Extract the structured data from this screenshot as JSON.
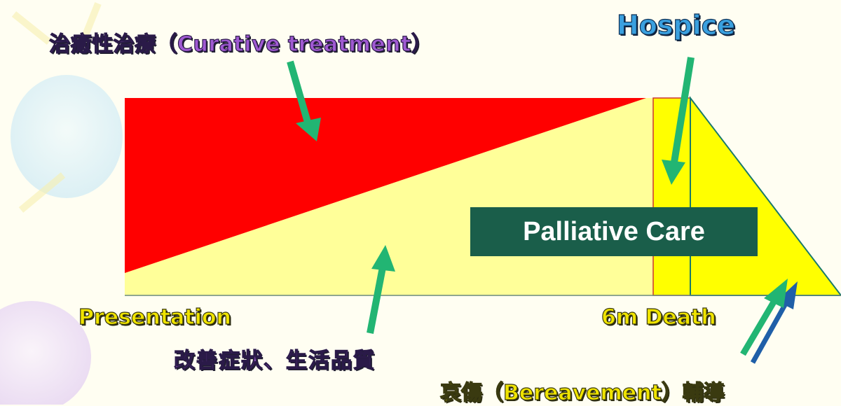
{
  "labels": {
    "curative": "治癒性治療（Curative treatment）",
    "hospice": "Hospice",
    "palliative": "Palliative Care",
    "presentation": "Presentation",
    "six_m_death": "6m  Death",
    "improve_symptoms": "改善症狀、生活品質",
    "bereavement": "哀傷（Bereavement）輔導"
  },
  "colors": {
    "curative_red": "#ff0000",
    "palliative_light_yellow": "#ffff99",
    "hospice_yellow": "#ffff00",
    "palliative_box": "#1a5e4a",
    "arrow_green": "#22b573",
    "arrow_blue": "#1f5fa8"
  }
}
